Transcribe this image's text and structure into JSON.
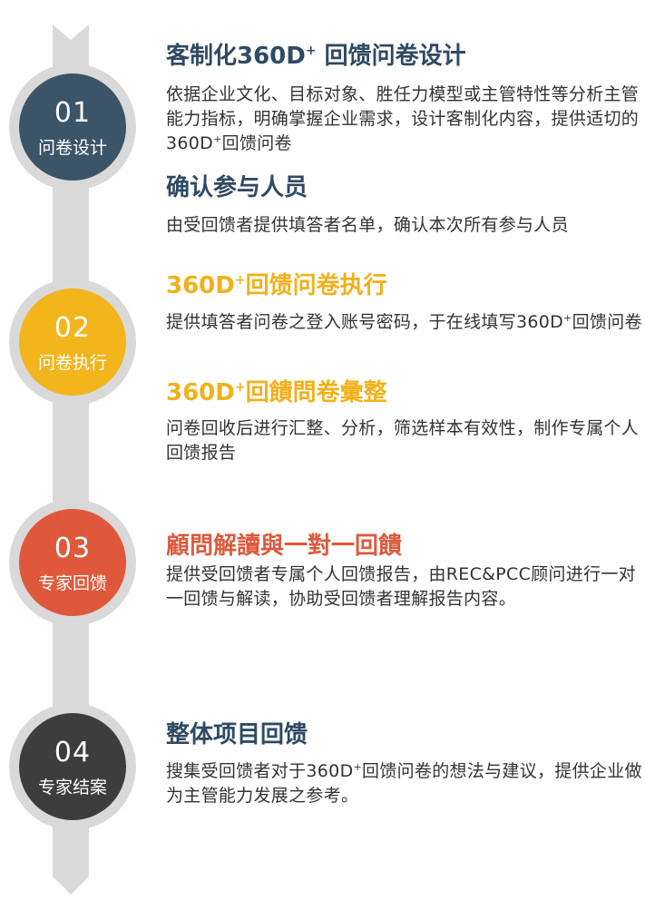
{
  "colors": {
    "track": "#d9d9d9",
    "step1": "#3c5468",
    "step2": "#f2b51c",
    "step3": "#e0583b",
    "step4": "#3d3d3d",
    "title_navy": "#2f4a63",
    "title_yellow": "#f0b11b",
    "title_red": "#dd5a3d"
  },
  "steps": [
    {
      "number": "01",
      "label": "问卷设计"
    },
    {
      "number": "02",
      "label": "问卷执行"
    },
    {
      "number": "03",
      "label": "专家回馈"
    },
    {
      "number": "04",
      "label": "专家结案"
    }
  ],
  "sections": {
    "s1a": {
      "title_pre": "客制化360D",
      "title_sup": "+",
      "title_post": " 回馈问卷设计",
      "body_pre": "依据企业文化、目标对象、胜任力模型或主管特性等分析主管能力指标，明确掌握企业需求，设计客制化内容，提供适切的360D",
      "body_sup": "+",
      "body_post": "回馈问卷"
    },
    "s1b": {
      "title": "确认参与人员",
      "body": "由受回馈者提供填答者名单，确认本次所有参与人员"
    },
    "s2a": {
      "title_pre": "360D",
      "title_sup": "+",
      "title_post": "回馈问卷执行",
      "body_pre": "提供填答者问卷之登入账号密码，于在线填写360D",
      "body_sup": "+",
      "body_post": "回馈问卷"
    },
    "s2b": {
      "title_pre": "360D",
      "title_sup": "+",
      "title_post": "回饋問卷彙整",
      "body": "问卷回收后进行汇整、分析，筛选样本有效性，制作专属个人回馈报告"
    },
    "s3": {
      "title": "顧問解讀與一對一回饋",
      "body": "提供受回馈者专属个人回馈报告，由REC&PCC顾问进行一对一回馈与解读，协助受回馈者理解报告内容。"
    },
    "s4": {
      "title": "整体项目回馈",
      "body_pre": "搜集受回馈者对于360D",
      "body_sup": "+",
      "body_post": "回馈问卷的想法与建议，提供企业做为主管能力发展之参考。"
    }
  }
}
